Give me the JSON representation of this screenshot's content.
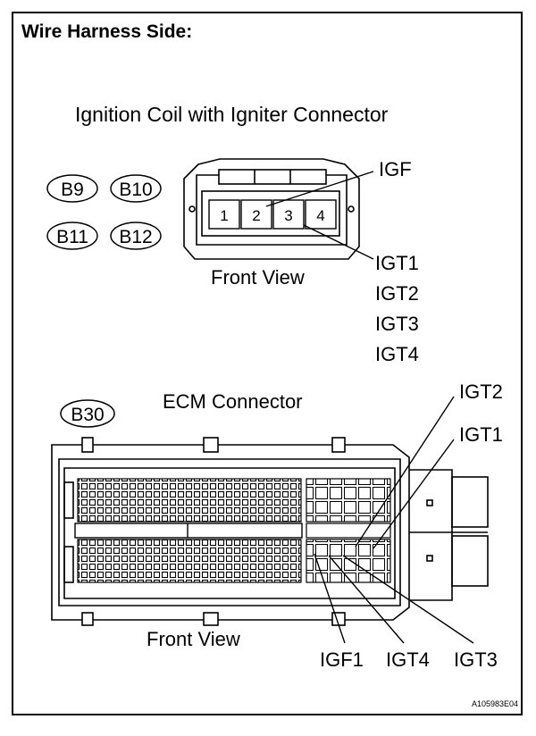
{
  "title": "Wire Harness Side:",
  "coil_connector": {
    "heading": "Ignition Coil with Igniter Connector",
    "view_label": "Front View",
    "codes": [
      "B9",
      "B10",
      "B11",
      "B12"
    ],
    "pins": [
      "1",
      "2",
      "3",
      "4"
    ],
    "igf_label": "IGF",
    "igt_labels": [
      "IGT1",
      "IGT2",
      "IGT3",
      "IGT4"
    ]
  },
  "ecm_connector": {
    "heading": "ECM Connector",
    "code": "B30",
    "view_label": "Front View",
    "callouts_right": [
      "IGT2",
      "IGT1"
    ],
    "callouts_bottom": [
      "IGF1",
      "IGT4",
      "IGT3"
    ]
  },
  "figure_id": "A105983E04"
}
